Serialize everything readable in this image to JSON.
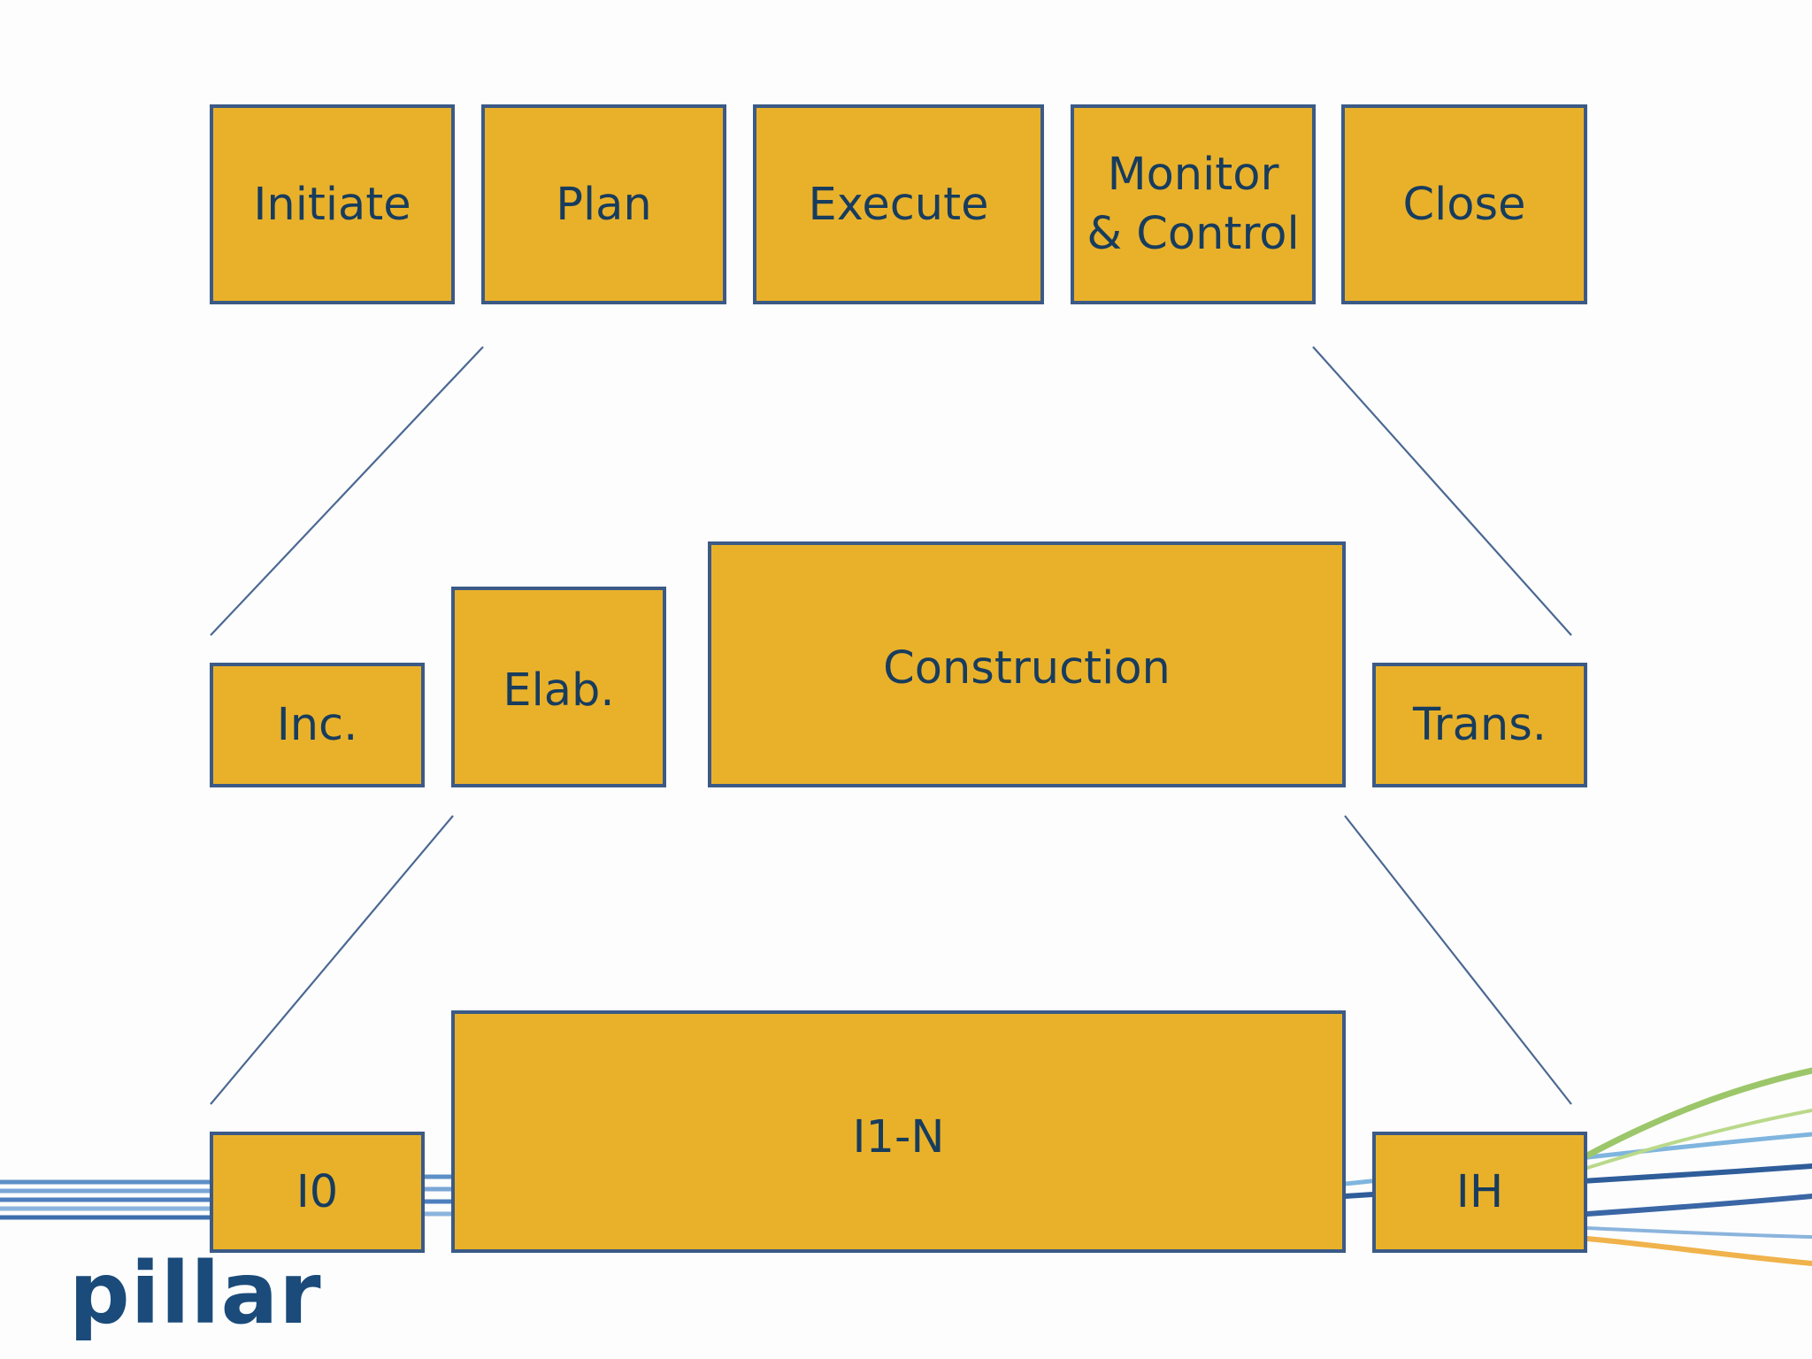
{
  "phases": {
    "initiate": "Initiate",
    "plan": "Plan",
    "execute": "Execute",
    "monitor_control": "Monitor\n& Control",
    "close": "Close"
  },
  "stages": {
    "inception": "Inc.",
    "elaboration": "Elab.",
    "construction": "Construction",
    "transition": "Trans."
  },
  "iterations": {
    "i0": "I0",
    "i1n": "I1-N",
    "ih": "IH"
  },
  "logo": {
    "text": "pillar"
  },
  "colors": {
    "box_fill": "#e9b12a",
    "box_border": "#3b5a86",
    "text": "#173c5e",
    "connector": "#4b6892"
  }
}
